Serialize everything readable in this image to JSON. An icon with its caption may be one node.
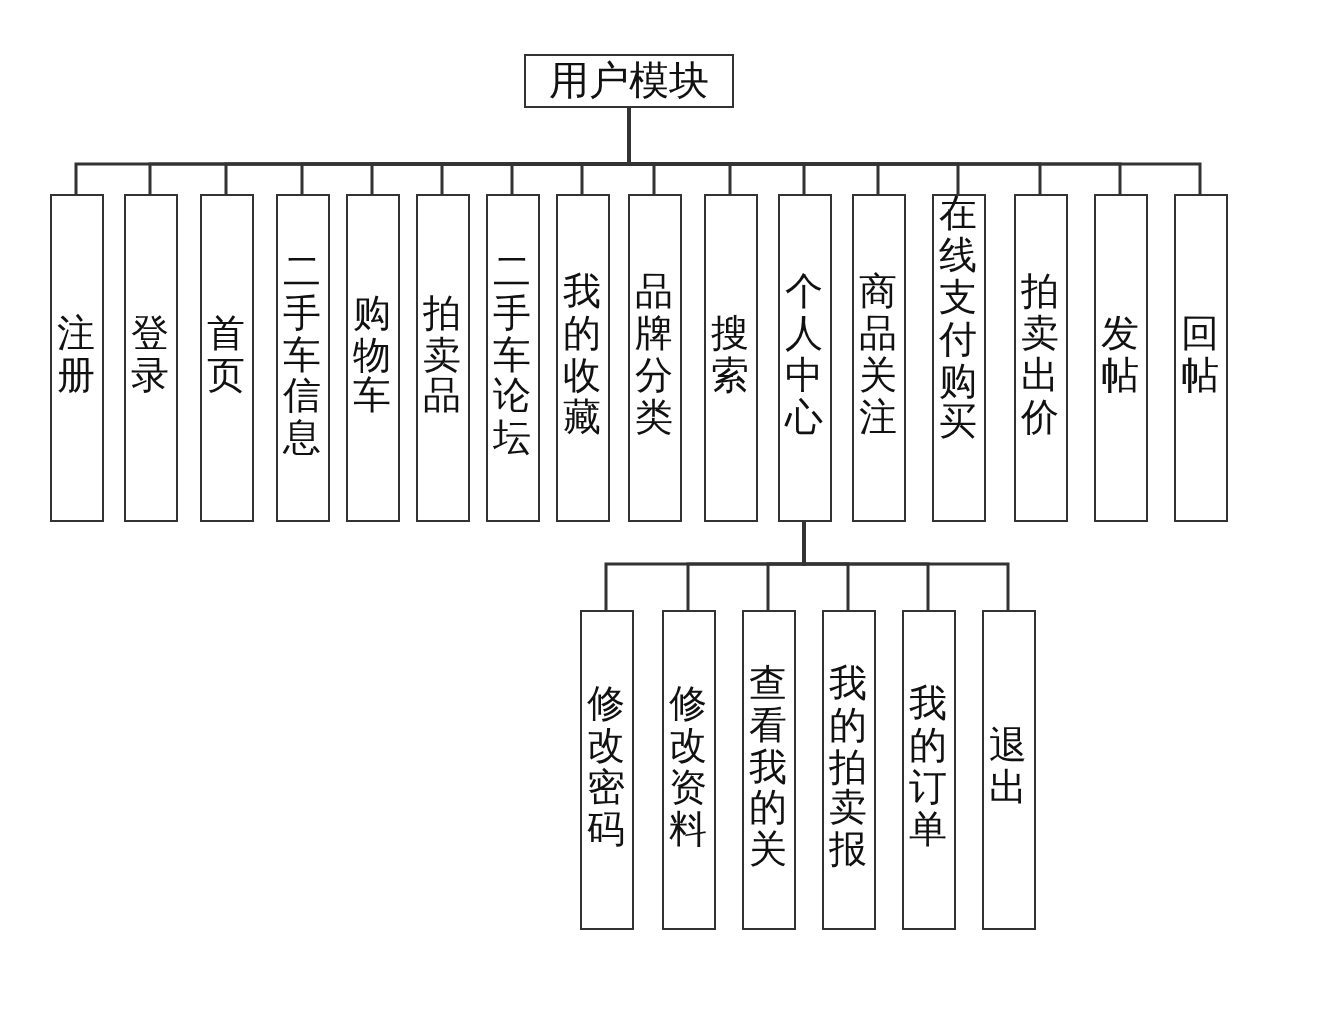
{
  "diagram": {
    "nodes": [
      {
        "text": [
          "用户模块"
        ]
      },
      {
        "text": [
          "注册"
        ]
      },
      {
        "text": [
          "登录"
        ]
      },
      {
        "text": [
          "首页"
        ]
      },
      {
        "text": [
          "二手车信息"
        ]
      },
      {
        "text": [
          "购物车"
        ]
      },
      {
        "text": [
          "拍卖品"
        ]
      },
      {
        "text": [
          "二手车论坛"
        ]
      },
      {
        "text": [
          "我的收藏"
        ]
      },
      {
        "text": [
          "品牌分类"
        ]
      },
      {
        "text": [
          "搜索"
        ]
      },
      {
        "text": [
          "个人中心"
        ]
      },
      {
        "text": [
          "商品关注"
        ]
      },
      {
        "text": [
          "在线支付购买"
        ]
      },
      {
        "text": [
          "拍卖出价"
        ]
      },
      {
        "text": [
          "发帖"
        ]
      },
      {
        "text": [
          "回帖"
        ]
      },
      {
        "text": [
          "修改密码"
        ]
      },
      {
        "text": [
          "修改资料"
        ]
      },
      {
        "text": [
          "查看我的关"
        ]
      },
      {
        "text": [
          "我的拍卖报"
        ]
      },
      {
        "text": [
          "我的订单"
        ]
      },
      {
        "text": [
          "退出"
        ]
      }
    ],
    "edges": [
      {
        "from": 0,
        "to": 1,
        "arrow": "none"
      },
      {
        "from": 0,
        "to": 2,
        "arrow": "none"
      },
      {
        "from": 0,
        "to": 3,
        "arrow": "none"
      },
      {
        "from": 0,
        "to": 4,
        "arrow": "none"
      },
      {
        "from": 0,
        "to": 5,
        "arrow": "none"
      },
      {
        "from": 0,
        "to": 6,
        "arrow": "none"
      },
      {
        "from": 0,
        "to": 7,
        "arrow": "none"
      },
      {
        "from": 0,
        "to": 8,
        "arrow": "none"
      },
      {
        "from": 0,
        "to": 9,
        "arrow": "none"
      },
      {
        "from": 0,
        "to": 10,
        "arrow": "none"
      },
      {
        "from": 0,
        "to": 11,
        "arrow": "none"
      },
      {
        "from": 0,
        "to": 12,
        "arrow": "none"
      },
      {
        "from": 0,
        "to": 13,
        "arrow": "none"
      },
      {
        "from": 0,
        "to": 14,
        "arrow": "none"
      },
      {
        "from": 0,
        "to": 15,
        "arrow": "none"
      },
      {
        "from": 0,
        "to": 16,
        "arrow": "none"
      },
      {
        "from": 11,
        "to": 17,
        "arrow": "none"
      },
      {
        "from": 11,
        "to": 18,
        "arrow": "none"
      },
      {
        "from": 11,
        "to": 19,
        "arrow": "none"
      },
      {
        "from": 11,
        "to": 20,
        "arrow": "none"
      },
      {
        "from": 11,
        "to": 21,
        "arrow": "none"
      },
      {
        "from": 11,
        "to": 22,
        "arrow": "none"
      }
    ]
  }
}
